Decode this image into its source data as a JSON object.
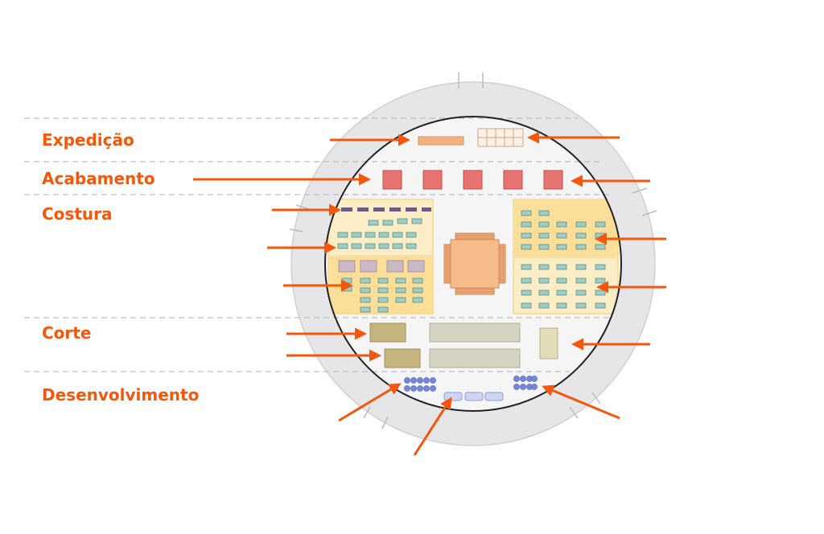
{
  "colors": {
    "accent": "#f4570c",
    "outer_ring": "#e6e5e7",
    "inner_floor": "#f6f5f5",
    "boundary": "#222222",
    "divider": "#bdbdbd",
    "costura_panel": "#fbeec6",
    "costura_panel_dark": "#fbdf98",
    "machine": "#9fcdc5",
    "purple_bar": "#6b5b83",
    "mauve_box": "#cbb8c6",
    "acabamento_box": "#e6736f",
    "expedicao_bar": "#f1b27f",
    "expedicao_grid": "#fdf1e6",
    "center_table": "#f6bb89",
    "corte_table": "#c6b47e",
    "corte_long": "#d5d3c2",
    "desenv_dots": "#7385d6",
    "desenv_pill": "#cdd5f3"
  },
  "zones": [
    {
      "id": "expedicao",
      "label": "Expedição"
    },
    {
      "id": "acabamento",
      "label": "Acabamento"
    },
    {
      "id": "costura",
      "label": "Costura"
    },
    {
      "id": "corte",
      "label": "Corte"
    },
    {
      "id": "desenvolvimento",
      "label": "Desenvolvimento"
    }
  ]
}
